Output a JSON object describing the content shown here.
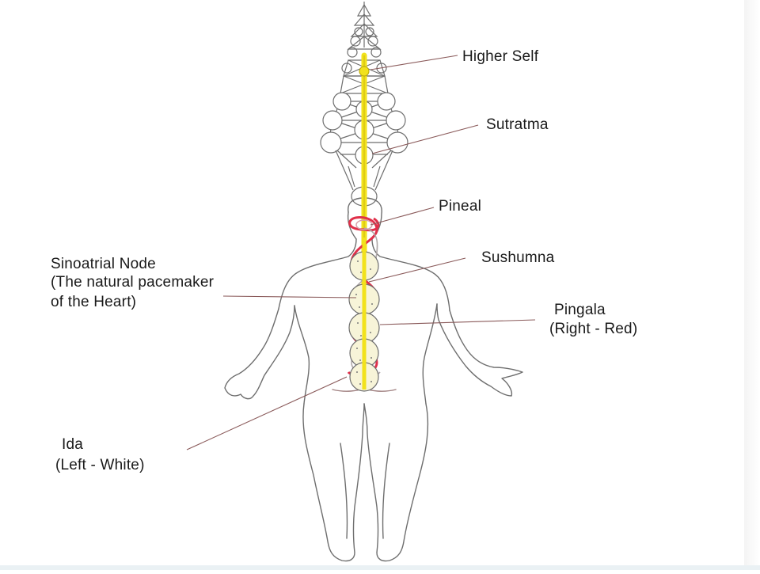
{
  "labels": {
    "higher_self": "Higher Self",
    "sutratma": "Sutratma",
    "pineal": "Pineal",
    "sushumna": "Sushumna",
    "sinoatrial_line1": "Sinoatrial Node",
    "sinoatrial_line2": "(The natural pacemaker",
    "sinoatrial_line3": "of the Heart)",
    "pingala_line1": "Pingala",
    "pingala_line2": "(Right - Red)",
    "ida_line1": "Ida",
    "ida_line2": "(Left - White)"
  },
  "colors": {
    "outline": "#6e6e6e",
    "sushumna_yellow": "#f2e21c",
    "pingala_red": "#e0304a",
    "leader_line": "#8a5a5a",
    "chakra_fill": "#f7f4d8"
  }
}
